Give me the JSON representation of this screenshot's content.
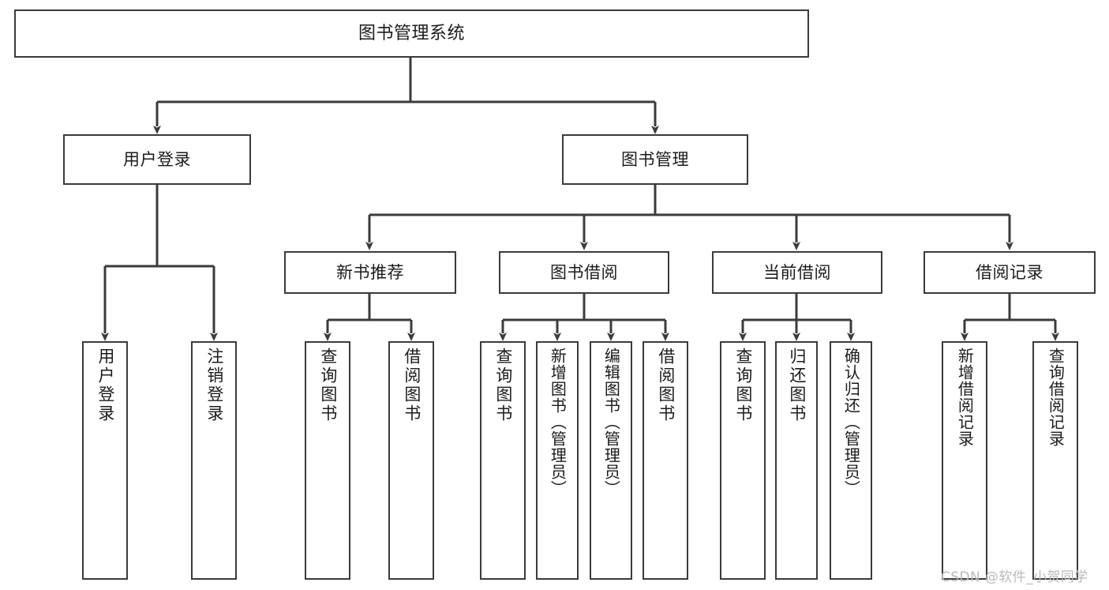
{
  "diagram": {
    "title": "图书管理系统",
    "type": "tree",
    "colors": {
      "box_stroke": "#3b3b3b",
      "box_fill": "#ffffff",
      "connector": "#3b3b3b",
      "text": "#1b1b1b",
      "watermark": "#b9b9b9",
      "background": "#ffffff"
    },
    "watermark": "CSDN @软件_小贺同学",
    "nodes": {
      "root": {
        "label": "图书管理系统",
        "level": 0
      },
      "l1": [
        {
          "id": "user_login",
          "label": "用户登录",
          "level": 1
        },
        {
          "id": "book_manage",
          "label": "图书管理",
          "level": 1
        }
      ],
      "l2": [
        {
          "id": "new_book_rec",
          "label": "新书推荐",
          "level": 2,
          "parent": "book_manage"
        },
        {
          "id": "book_borrow",
          "label": "图书借阅",
          "level": 2,
          "parent": "book_manage"
        },
        {
          "id": "current_borrow",
          "label": "当前借阅",
          "level": 2,
          "parent": "book_manage"
        },
        {
          "id": "borrow_record",
          "label": "借阅记录",
          "level": 2,
          "parent": "book_manage"
        }
      ],
      "leaves": [
        {
          "id": "leaf_user_login",
          "label": "用户登录",
          "parent": "user_login"
        },
        {
          "id": "leaf_user_logout",
          "label": "注销登录",
          "parent": "user_login"
        },
        {
          "id": "leaf_query_book_1",
          "label": "查询图书",
          "parent": "new_book_rec"
        },
        {
          "id": "leaf_borrow_book_1",
          "label": "借阅图书",
          "parent": "new_book_rec"
        },
        {
          "id": "leaf_query_book_2",
          "label": "查询图书",
          "parent": "book_borrow"
        },
        {
          "id": "leaf_add_book",
          "label": "新增图书（管理员）",
          "parent": "book_borrow"
        },
        {
          "id": "leaf_edit_book",
          "label": "编辑图书（管理员）",
          "parent": "book_borrow"
        },
        {
          "id": "leaf_borrow_book_2",
          "label": "借阅图书",
          "parent": "book_borrow"
        },
        {
          "id": "leaf_query_book_3",
          "label": "查询图书",
          "parent": "current_borrow"
        },
        {
          "id": "leaf_return_book",
          "label": "归还图书",
          "parent": "current_borrow"
        },
        {
          "id": "leaf_confirm_return",
          "label": "确认归还（管理员）",
          "parent": "current_borrow"
        },
        {
          "id": "leaf_add_record",
          "label": "新增借阅记录",
          "parent": "borrow_record"
        },
        {
          "id": "leaf_query_record",
          "label": "查询借阅记录",
          "parent": "borrow_record"
        }
      ]
    }
  }
}
